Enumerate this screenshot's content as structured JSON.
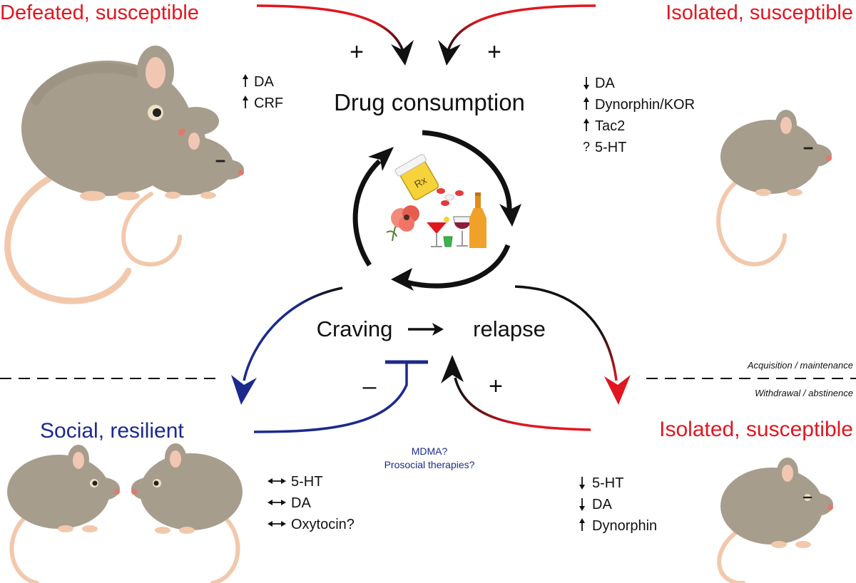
{
  "colors": {
    "red": "#e1161f",
    "blue": "#1c2a8c",
    "black": "#111111",
    "mouse_body": "#a79d8d",
    "mouse_shade": "#968c7c",
    "ear_inner": "#f1c7b4",
    "tail": "#f2c8ac",
    "nose": "#e07a6c"
  },
  "groups": {
    "defeated_susceptible": "Defeated, susceptible",
    "isolated_susceptible_top": "Isolated, susceptible",
    "social_resilient": "Social, resilient",
    "isolated_susceptible_bottom": "Isolated, susceptible"
  },
  "center": {
    "drug_consumption": "Drug consumption",
    "craving": "Craving",
    "relapse": "relapse",
    "rx_label": "Rx"
  },
  "signs": {
    "plus_left": "+",
    "plus_right": "+",
    "plus_bottom": "+",
    "minus_bottom": "–"
  },
  "phases": {
    "top": "Acquisition / maintenance",
    "bottom": "Withdrawal / abstinence"
  },
  "markers": {
    "defeated": [
      {
        "dir": "up",
        "label": "DA"
      },
      {
        "dir": "up",
        "label": "CRF"
      }
    ],
    "isolated_top": [
      {
        "dir": "down",
        "label": "DA"
      },
      {
        "dir": "up",
        "label": "Dynorphin/KOR"
      },
      {
        "dir": "up",
        "label": "Tac2"
      },
      {
        "dir": "unknown",
        "label": "5-HT"
      }
    ],
    "social": [
      {
        "dir": "both",
        "label": "5-HT"
      },
      {
        "dir": "both",
        "label": "DA"
      },
      {
        "dir": "both",
        "label": "Oxytocin?"
      }
    ],
    "isolated_bottom": [
      {
        "dir": "down",
        "label": "5-HT"
      },
      {
        "dir": "down",
        "label": "DA"
      },
      {
        "dir": "up",
        "label": "Dynorphin"
      }
    ]
  },
  "therapies": {
    "line1": "MDMA?",
    "line2": "Prosocial therapies?"
  },
  "icons": {
    "unknown_glyph": "?"
  }
}
